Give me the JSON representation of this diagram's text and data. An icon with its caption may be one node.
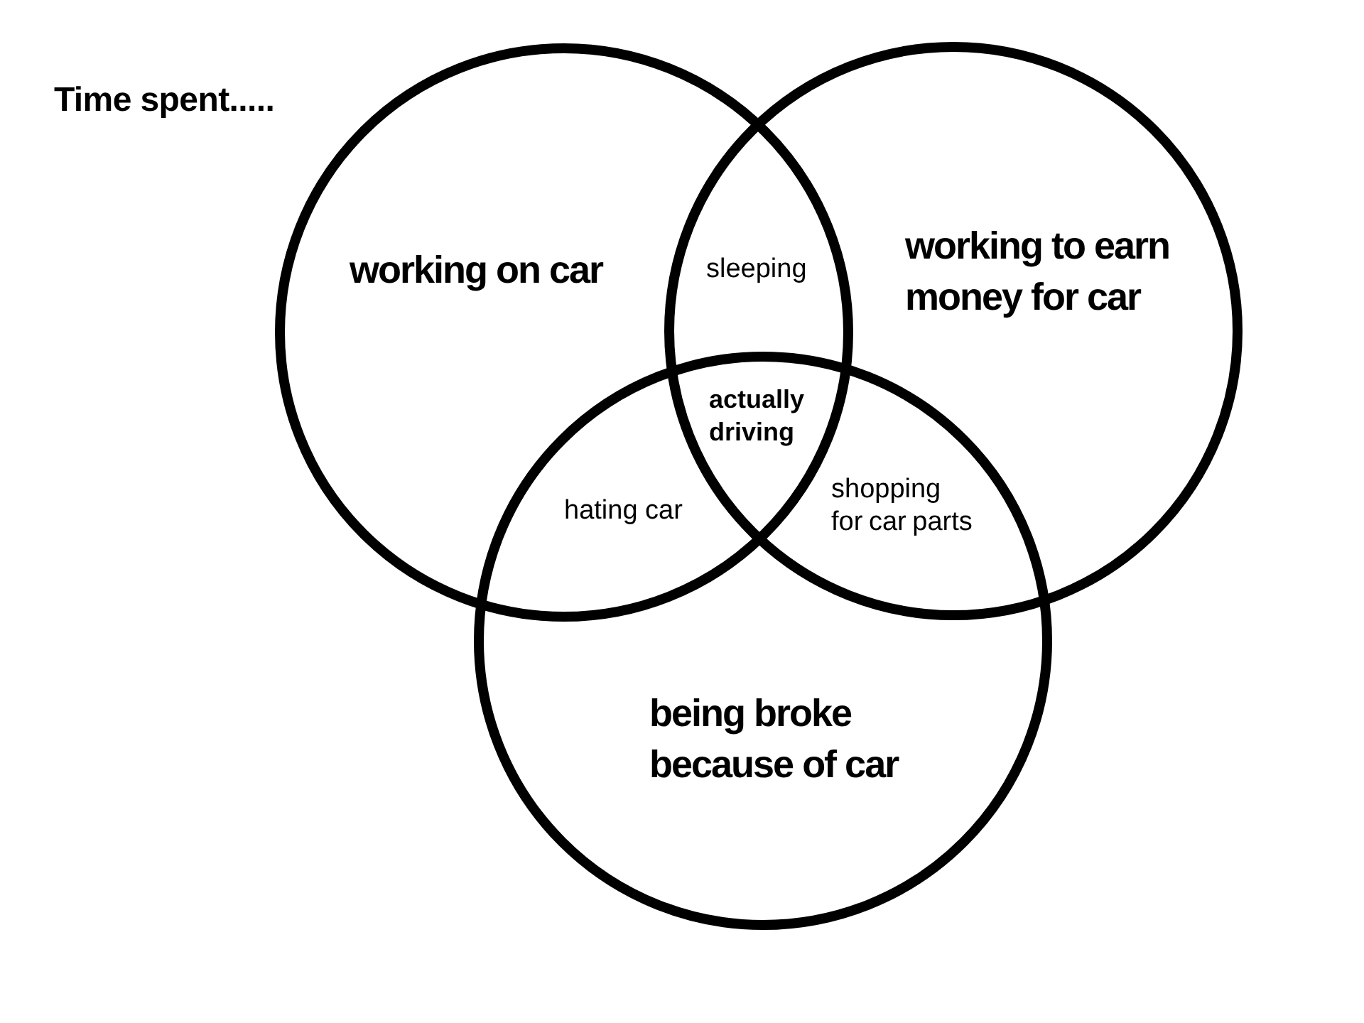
{
  "diagram": {
    "title": "Time spent.....",
    "nodes": [
      {
        "text": [
          "working on car"
        ]
      },
      {
        "text": [
          "working to earn money for car"
        ]
      },
      {
        "text": [
          "being broke because of car"
        ]
      }
    ],
    "labels": [
      "sleeping",
      "actually driving",
      "hating car",
      "shopping for car parts"
    ]
  }
}
